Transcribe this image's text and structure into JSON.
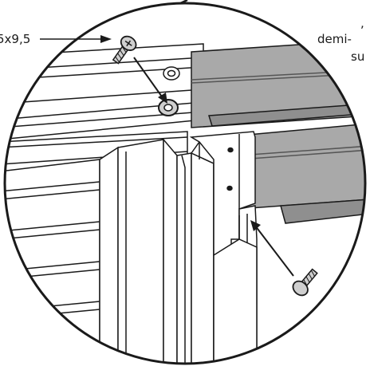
{
  "labels": {
    "screw_spec": "5x9,5",
    "note_line1": "demi-",
    "note_line2": "su"
  },
  "colors": {
    "stroke": "#1a1a1a",
    "panel_gray": "#a9a9a9",
    "panel_gray_dark": "#8f8f8f",
    "screw_fill": "#cfcfcf",
    "background": "#ffffff"
  },
  "icons": {
    "screw_top": "screw-icon",
    "screw_bottom": "screw-icon",
    "screw_hole_upper": "screw-hole-icon",
    "screw_hole_lower": "screw-hole-icon"
  }
}
